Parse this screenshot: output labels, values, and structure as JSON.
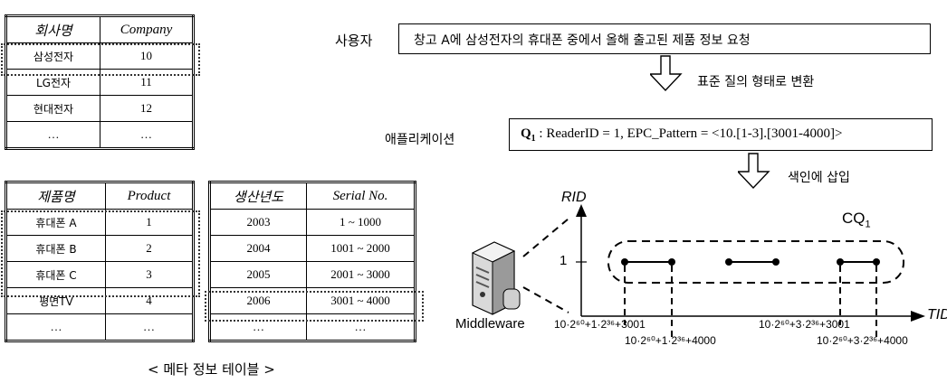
{
  "company_table": {
    "header_ko": "회사명",
    "header_en": "Company",
    "rows": [
      {
        "name": "삼성전자",
        "code": "10"
      },
      {
        "name": "LG전자",
        "code": "11"
      },
      {
        "name": "현대전자",
        "code": "12"
      },
      {
        "name": "…",
        "code": "…"
      }
    ]
  },
  "product_table": {
    "header_ko": "제품명",
    "header_en": "Product",
    "rows": [
      {
        "name": "휴대폰 A",
        "code": "1"
      },
      {
        "name": "휴대폰 B",
        "code": "2"
      },
      {
        "name": "휴대폰 C",
        "code": "3"
      },
      {
        "name": "평면TV",
        "code": "4"
      },
      {
        "name": "…",
        "code": "…"
      }
    ]
  },
  "year_table": {
    "header_ko": "생산년도",
    "header_en": "Serial No.",
    "rows": [
      {
        "year": "2003",
        "serial": "1 ~ 1000"
      },
      {
        "year": "2004",
        "serial": "1001 ~ 2000"
      },
      {
        "year": "2005",
        "serial": "2001 ~ 3000"
      },
      {
        "year": "2006",
        "serial": "3001 ~ 4000"
      },
      {
        "year": "…",
        "serial": "…"
      }
    ]
  },
  "meta_caption": "< 메타 정보 테이블 >",
  "user_label": "사용자",
  "user_request": "창고 A에 삼성전자의 휴대폰 중에서 올해 출고된 제품 정보 요청",
  "transform_label": "표준 질의 형태로 변환",
  "app_label": "애플리케이션",
  "query_name": "Q",
  "query_sub": "1",
  "query_text": " : ReaderID = 1, EPC_Pattern = <10.[1-3].[3001-4000]>",
  "insert_label": "색인에 삽입",
  "graph": {
    "y_axis_label": "RID",
    "x_axis_label": "TID",
    "y_tick": "1",
    "cq_label": "CQ",
    "cq_sub": "1",
    "middleware_label": "Middleware",
    "x_label_1": "10·2⁶⁰+1·2³⁶+3001",
    "x_label_2": "10·2⁶⁰+1·2³⁶+4000",
    "x_label_3": "10·2⁶⁰+3·2³⁶+3001",
    "x_label_4": "10·2⁶⁰+3·2³⁶+4000"
  }
}
